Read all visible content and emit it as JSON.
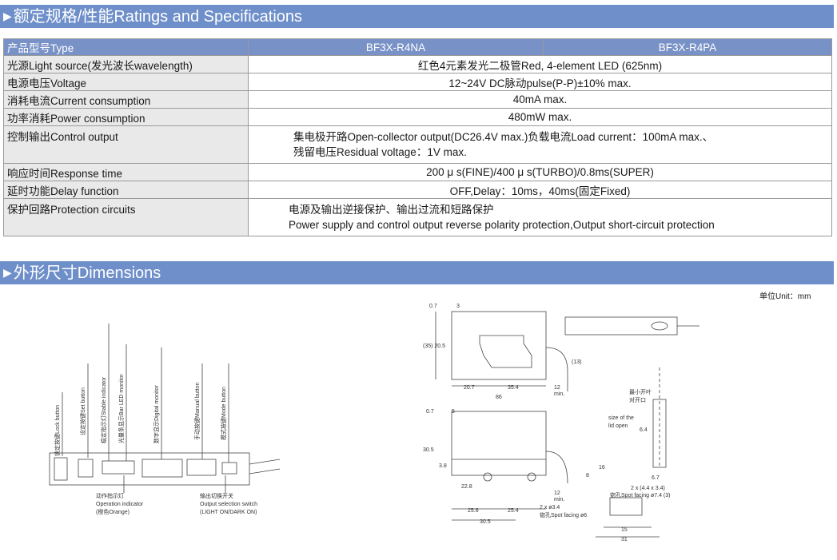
{
  "section1": {
    "marker": "▶",
    "title": "额定规格/性能Ratings and Specifications"
  },
  "table": {
    "header": {
      "label": "产品型号Type",
      "col1": "BF3X-R4NA",
      "col2": "BF3X-R4PA"
    },
    "rows": [
      {
        "label": "光源Light source(发光波长wavelength)",
        "value": "红色4元素发光二极管Red, 4-element LED (625nm)"
      },
      {
        "label": "电源电压Voltage",
        "value": "12~24V DC脉动pulse(P-P)±10% max."
      },
      {
        "label": "消耗电流Current consumption",
        "value": "40mA max."
      },
      {
        "label": "功率消耗Power consumption",
        "value": "480mW max."
      },
      {
        "label": "控制输出Control output",
        "line1": "集电极开路Open-collector output(DC26.4V max.)负载电流Load current：100mA max.、",
        "line2": "残留电压Residual voltage：1V max."
      },
      {
        "label": "响应时间Response time",
        "value": "200 μ s(FINE)/400 μ s(TURBO)/0.8ms(SUPER)"
      },
      {
        "label": "延时功能Delay function",
        "value": "OFF,Delay：10ms，40ms(固定Fixed)"
      },
      {
        "label": "保护回路Protection circuits",
        "line1": "电源及输出逆接保护、输出过流和短路保护",
        "line2": "Power supply and control output reverse polarity protection,Output short-circuit protection"
      }
    ]
  },
  "section2": {
    "marker": "▶",
    "title": "外形尺寸Dimensions"
  },
  "unit": "单位Unit：mm",
  "left_drawing": {
    "vlabels": [
      "锁定按键Lock button",
      "设定按键Set button",
      "稳定指示灯Stable indicator",
      "光量条显示Bar LED monitor",
      "数字显示Digital monitor",
      "手动按键Manual button",
      "模式按键Mode button"
    ],
    "bottom1": [
      "动作指示灯",
      "Operation indicator",
      "(橙色Orange)"
    ],
    "bottom2": [
      "输出切换开关",
      "Output selection switch",
      "(LIGHT ON/DARK ON)"
    ]
  },
  "right_drawing": {
    "dims": {
      "d07": "0.7",
      "d3": "3",
      "d355": "(35) 20.5",
      "d13": "(13)",
      "d207": "20.7",
      "d354": "35.4",
      "d86": "86",
      "d12": "12",
      "dmin": "min.",
      "d07b": "0.7",
      "d5": "5",
      "d305": "30.5",
      "d38": "3.8",
      "d16": "16",
      "d8": "8",
      "d228": "22.8",
      "d256": "25.6",
      "d254": "25.4",
      "d305b": "30.5",
      "d2x": "2 x ø3.4",
      "d64": "6.4",
      "d67": "6.7",
      "d15": "15",
      "d31": "31",
      "d12b": "12",
      "dminb": "min."
    },
    "note_cn": "最小开叶",
    "note_cn2": "对开口",
    "note_en1": "size of the",
    "note_en2": "lid open",
    "spot1": "锪孔Spot facing ø6",
    "spot2a": "2 x (4.4 x 3.4)",
    "spot2b": "锪孔Spot facing ø7.4 (3)"
  }
}
